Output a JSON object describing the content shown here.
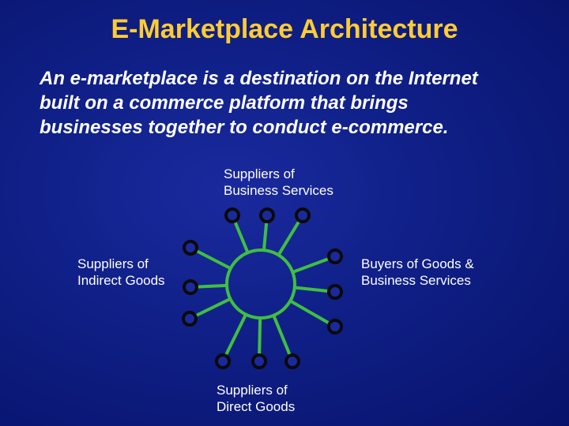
{
  "title": "E-Marketplace Architecture",
  "intro": "An e-marketplace is a destination on the Internet built on a commerce platform that brings businesses together to conduct e-commerce.",
  "labels": {
    "business_services_l1": "Suppliers of",
    "business_services_l2": "Business Services",
    "indirect_l1": "Suppliers of",
    "indirect_l2": "Indirect Goods",
    "buyers_l1": "Buyers of Goods &",
    "buyers_l2": "Business Services",
    "direct_l1": "Suppliers of",
    "direct_l2": "Direct Goods"
  },
  "colors": {
    "title": "#ffcc33",
    "spoke": "#3fbf3f",
    "node_ring": "#0a0a0a",
    "node_fill": "#1a2a9e"
  }
}
